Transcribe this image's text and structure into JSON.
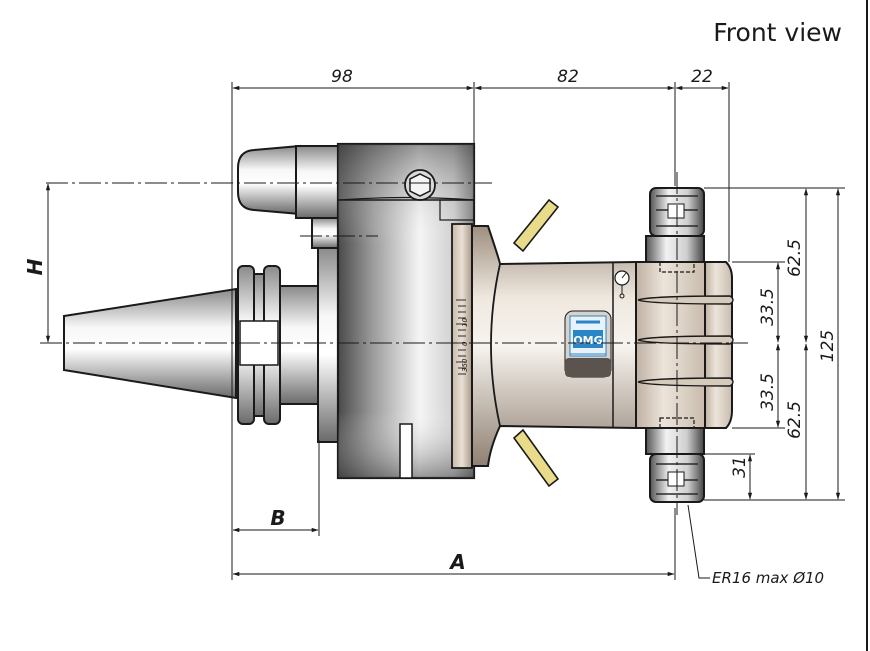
{
  "view_title": "Front view",
  "dimensions": {
    "d98": "98",
    "d82": "82",
    "d22": "22",
    "H": "H",
    "B": "B",
    "A": "A",
    "d62_5_top": "62.5",
    "d62_5_bottom": "62.5",
    "d125": "125",
    "d33_5_top": "33.5",
    "d33_5_bottom": "33.5",
    "d31": "31"
  },
  "callout": "ER16  max  Ø10",
  "scale_ticks": [
    "10",
    "0",
    "350"
  ],
  "colors": {
    "line": "#1a1a1a",
    "body_light": "#f2ede6",
    "body_mid": "#c9bfb2",
    "steel_light": "#f4f4f4",
    "steel_dark": "#6d6d6d",
    "yellow": "#e8dc8a",
    "logo_blue": "#2a86c6"
  },
  "logo_text": "OMG"
}
